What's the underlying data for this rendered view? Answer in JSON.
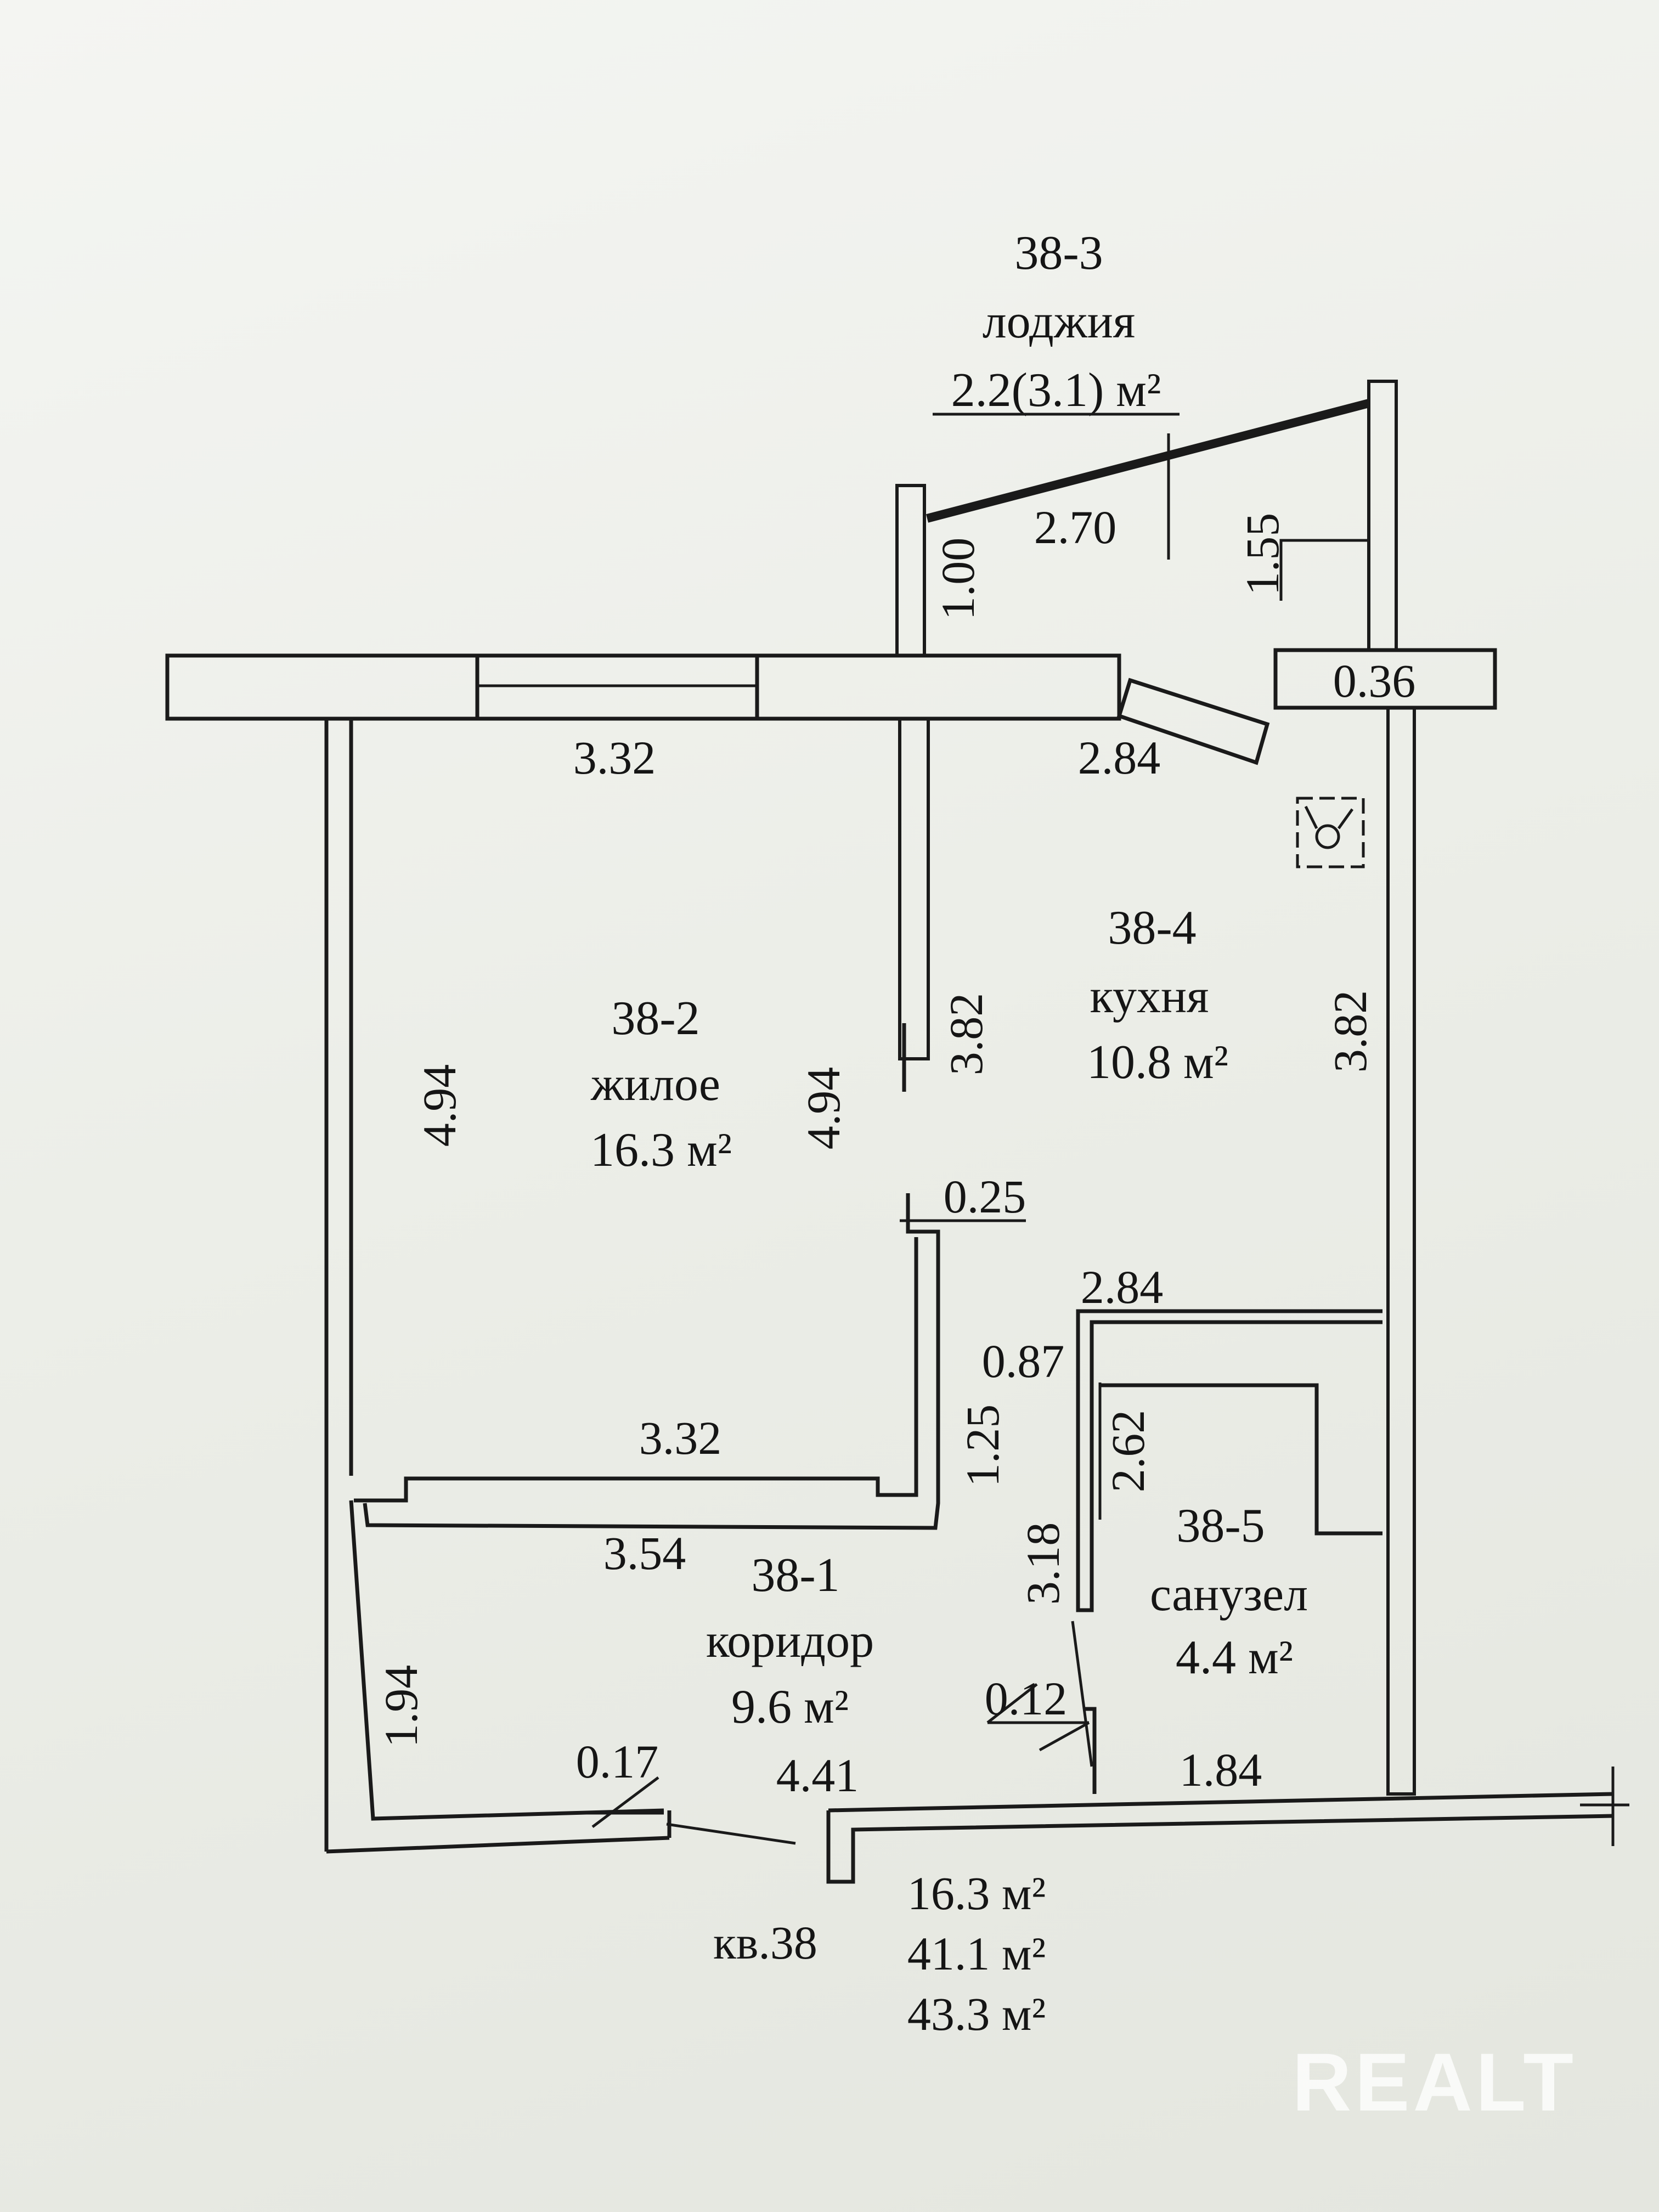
{
  "rooms": {
    "loggia": {
      "id": "38-3",
      "name": "лоджия",
      "area": "2.2(3.1) м²"
    },
    "kitchen": {
      "id": "38-4",
      "name": "кухня",
      "area": "10.8 м²"
    },
    "living": {
      "id": "38-2",
      "name": "жилое",
      "area": "16.3 м²"
    },
    "corridor": {
      "id": "38-1",
      "name": "коридор",
      "area": "9.6 м²"
    },
    "bathroom": {
      "id": "38-5",
      "name": "санузел",
      "area": "4.4 м²"
    }
  },
  "dimensions": {
    "loggia_width": "2.70",
    "loggia_left": "1.00",
    "loggia_right": "1.55",
    "wall_036": "0.36",
    "living_top": "3.32",
    "kitchen_top": "2.84",
    "living_left": "4.94",
    "living_right": "4.94",
    "kitchen_left": "3.82",
    "kitchen_right": "3.82",
    "opening": "0.25",
    "bath_top": "2.84",
    "bath_niche": "0.87",
    "bath_inner": "2.62",
    "living_bottom": "3.32",
    "partition": "1.25",
    "corridor_top": "3.54",
    "corridor_right": "3.18",
    "corridor_left": "1.94",
    "door_017": "0.17",
    "door_012": "0.12",
    "corridor_bottom": "4.41",
    "bath_bottom": "1.84"
  },
  "summary": {
    "apartment": "кв.38",
    "living_area": "16.3 м²",
    "total_area": "41.1 м²",
    "total_with_loggia": "43.3 м²"
  },
  "watermark": "REALT"
}
